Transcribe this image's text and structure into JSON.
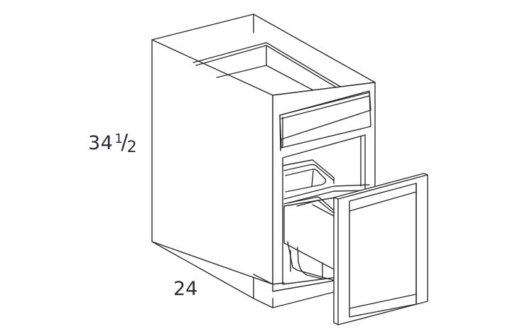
{
  "diagram": {
    "subject": "base cabinet with pull-out waste bin and top drawer",
    "line_color": "#2b2b2b",
    "background": "#ffffff",
    "dimensions": {
      "height": {
        "whole": "34",
        "numerator": "1",
        "slash": "/",
        "denominator": "2",
        "label": "34 1/2"
      },
      "width": {
        "label": "24"
      }
    },
    "parts": [
      "cabinet-box",
      "open-top-frame",
      "top-drawer-front",
      "waste-bin-pullout",
      "twin-bins",
      "pullout-door",
      "toe-kick"
    ]
  }
}
